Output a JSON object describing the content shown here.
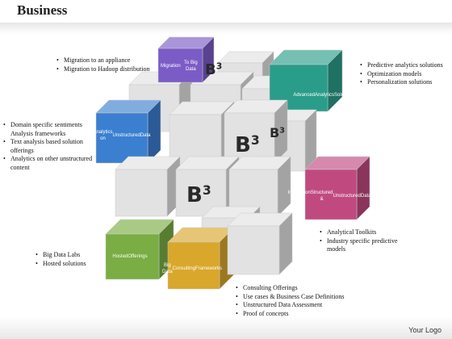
{
  "title": "Business",
  "logo": "Your Logo",
  "b3": {
    "b": "B",
    "sup": "3"
  },
  "colors": {
    "purple": "#7b5cc6",
    "teal": "#2a9d8a",
    "blue": "#3b7fd0",
    "pink": "#c04a80",
    "green": "#7aad43",
    "gold": "#d9a72b",
    "grey": "#e2e2e2"
  },
  "cubes": {
    "purple": {
      "label": [
        "Migration",
        "To Big Data"
      ]
    },
    "teal": {
      "label": [
        "Advanced",
        "Analytics",
        "Solutions"
      ]
    },
    "blue": {
      "label": [
        "Analytics on",
        "Unstructured",
        "Data"
      ]
    },
    "pink": {
      "label": [
        "Integration of",
        "Structured &",
        "Unstructured",
        "Data"
      ]
    },
    "green": {
      "label": [
        "Hosted",
        "Offerings"
      ]
    },
    "gold": {
      "label": [
        "Big Data",
        "Consulting",
        "Frameworks"
      ]
    }
  },
  "bullets": {
    "top": [
      "Migration to an appliance",
      "Migration to Hadoop distribution"
    ],
    "left": [
      "Domain specific sentiments Analysis frameworks",
      "Text analysis based solution offerings",
      "Analytics on other unstructured content"
    ],
    "bottom_left": [
      "Big Data Labs",
      "Hosted solutions"
    ],
    "right_top": [
      "Predictive analytics solutions",
      "Optimization models",
      "Personalization solutions"
    ],
    "right_mid": [
      "Analytical Toolkits",
      "Industry specific predictive models"
    ],
    "bottom": [
      "Consulting Offerings",
      "Use cases & Business Case Definitions",
      "Unstructured Data Assessment",
      "Proof of concepts"
    ]
  }
}
